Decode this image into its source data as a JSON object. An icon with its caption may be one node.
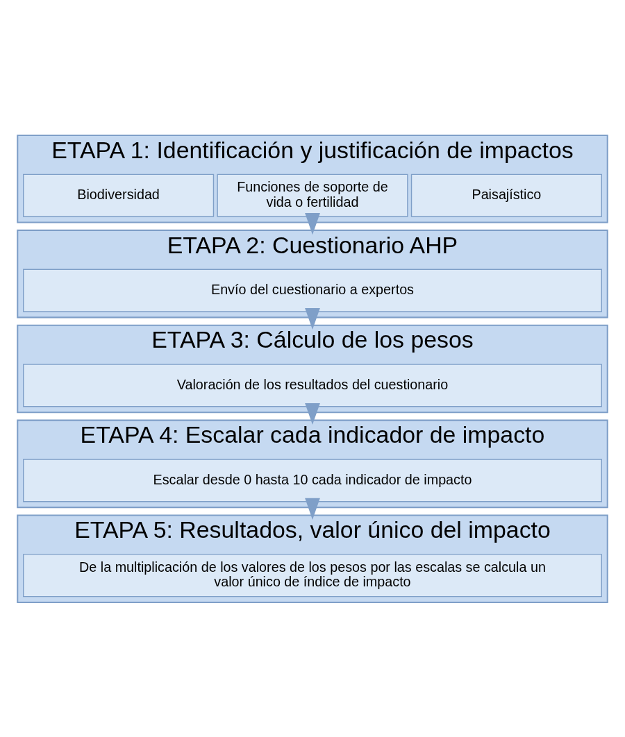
{
  "diagram": {
    "nodes": [
      {
        "text": [
          "ETAPA 1: Identificación y justificación de impactos"
        ]
      },
      {
        "text": [
          "Biodiversidad"
        ],
        "in": 0
      },
      {
        "text": [
          "Funciones de soporte de vida o fertilidad"
        ],
        "in": 0
      },
      {
        "text": [
          "Paisajístico"
        ],
        "in": 0
      },
      {
        "text": [
          "ETAPA 2: Cuestionario AHP"
        ]
      },
      {
        "text": [
          "Envío del cuestionario a expertos"
        ],
        "in": 4
      },
      {
        "text": [
          "ETAPA 3: Cálculo de los pesos"
        ]
      },
      {
        "text": [
          "Valoración de los resultados del cuestionario"
        ],
        "in": 6
      },
      {
        "text": [
          "ETAPA 4: Escalar cada indicador de impacto"
        ]
      },
      {
        "text": [
          "Escalar desde 0 hasta 10 cada indicador de impacto"
        ],
        "in": 8
      },
      {
        "text": [
          "ETAPA 5: Resultados, valor único del impacto"
        ]
      },
      {
        "text": [
          "De la multiplicación de los valores de los pesos por las escalas se calcula un valor único de índice de impacto"
        ],
        "in": 10
      }
    ],
    "edges": [
      {
        "from": 0,
        "to": 4,
        "arrow": "to"
      },
      {
        "from": 4,
        "to": 6,
        "arrow": "to"
      },
      {
        "from": 6,
        "to": 8,
        "arrow": "to"
      },
      {
        "from": 8,
        "to": 10,
        "arrow": "to"
      }
    ]
  }
}
